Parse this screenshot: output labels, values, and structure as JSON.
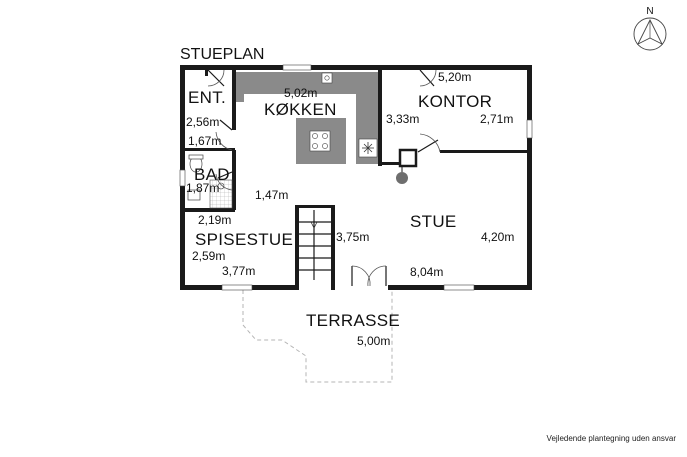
{
  "plan": {
    "title": "STUEPLAN"
  },
  "compass": {
    "letter": "N"
  },
  "rooms": {
    "entre": {
      "name": "ENT.",
      "dim_a": "2,56m",
      "dim_b": "1,67m"
    },
    "kokken": {
      "name": "KØKKEN",
      "dim_a": "5,02m",
      "dim_b": "1,47m"
    },
    "kontor": {
      "name": "KONTOR",
      "dim_a": "5,20m",
      "dim_b": "3,33m",
      "dim_c": "2,71m"
    },
    "bad": {
      "name": "BAD",
      "dim_a": "1,87m",
      "dim_b": "2,19m"
    },
    "spisestue": {
      "name": "SPISESTUE",
      "dim_a": "2,59m",
      "dim_b": "3,77m"
    },
    "stue": {
      "name": "STUE",
      "dim_a": "3,75m",
      "dim_b": "4,20m",
      "dim_c": "8,04m"
    },
    "terrasse": {
      "name": "TERRASSE",
      "dim_a": "5,00m"
    }
  },
  "footer": {
    "disclaimer": "Vejledende plantegning uden ansvar"
  },
  "colors": {
    "wall": "#1a1a1a",
    "counter": "#8a8a8a",
    "terrace_outline": "#b5b5b5"
  }
}
